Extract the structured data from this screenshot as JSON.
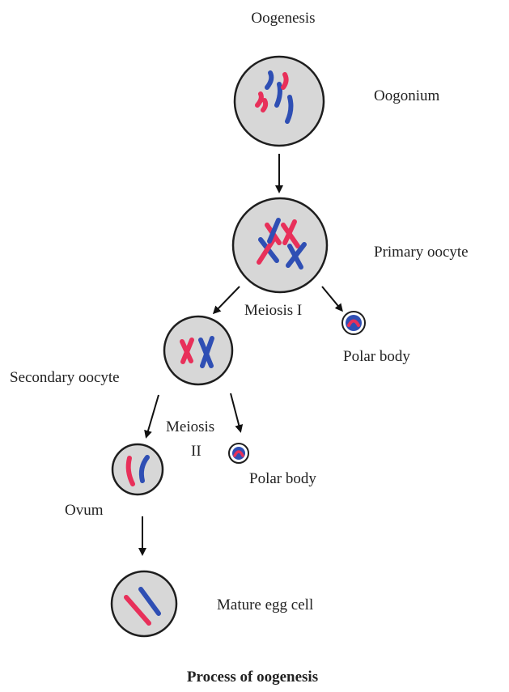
{
  "diagram": {
    "title": "Oogenesis",
    "caption": "Process of oogenesis",
    "labels": {
      "oogonium": "Oogonium",
      "primary_oocyte": "Primary oocyte",
      "meiosis_1": "Meiosis I",
      "polar_body_1": "Polar body",
      "secondary_oocyte": "Secondary oocyte",
      "meiosis_2_line1": "Meiosis",
      "meiosis_2_line2": "II",
      "polar_body_2": "Polar body",
      "ovum": "Ovum",
      "mature_egg": "Mature egg cell"
    }
  },
  "colors": {
    "cell_fill": "#d7d7d7",
    "cell_stroke": "#1e1e1e",
    "chromosome_red": "#e8305a",
    "chromosome_blue": "#2f4fb4",
    "arrow": "#111111"
  }
}
